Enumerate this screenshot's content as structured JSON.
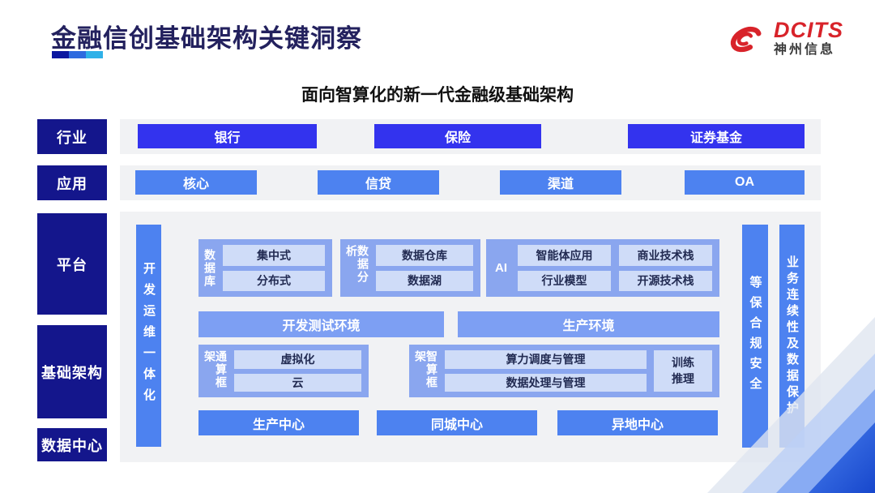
{
  "header": {
    "title": "金融信创基础架构关键洞察",
    "logo": {
      "brand": "DCITS",
      "company": "神州信息"
    }
  },
  "subtitle": "面向智算化的新一代金融级基础架构",
  "diagram": {
    "industry": {
      "label": "行业",
      "items": [
        "银行",
        "保险",
        "证券基金"
      ]
    },
    "application": {
      "label": "应用",
      "items": [
        "核心",
        "信贷",
        "渠道",
        "OA"
      ]
    },
    "platform_label": "平台",
    "infrastructure_label": "基础架构",
    "datacenter_label": "数据中心",
    "devops_bar": "开发运维一体化",
    "database": {
      "label": "数据库",
      "items": [
        "集中式",
        "分布式"
      ]
    },
    "analytics": {
      "label": "数据分析",
      "items": [
        "数据仓库",
        "数据湖"
      ]
    },
    "ai": {
      "label": "AI",
      "items": [
        "智能体应用",
        "商业技术栈",
        "行业模型",
        "开源技术栈"
      ]
    },
    "environments": [
      "开发测试环境",
      "生产环境"
    ],
    "general_compute": {
      "label": "通算框架",
      "items": [
        "虚拟化",
        "云"
      ]
    },
    "ai_compute": {
      "label": "智算框架",
      "items": [
        "算力调度与管理",
        "数据处理与管理"
      ],
      "side_item": "训练推理"
    },
    "centers": [
      "生产中心",
      "同城中心",
      "异地中心"
    ],
    "security_bar": "等保合规安全",
    "continuity_bar": "业务连续性及数据保护"
  },
  "colors": {
    "title_navy": "#23215e",
    "label_navy": "#14168c",
    "vivid_blue": "#3333ee",
    "cornflower_blue": "#4d82f0",
    "panel_blue": "#8aa6ef",
    "pale_blue": "#cfdcf8",
    "env_bar_blue": "#7d9ff3",
    "band_gray": "#f1f2f4",
    "brand_red": "#d8232a",
    "underline_dark": "#0b17a0",
    "underline_mid": "#2e6bdf",
    "underline_light": "#2fb1e8"
  }
}
